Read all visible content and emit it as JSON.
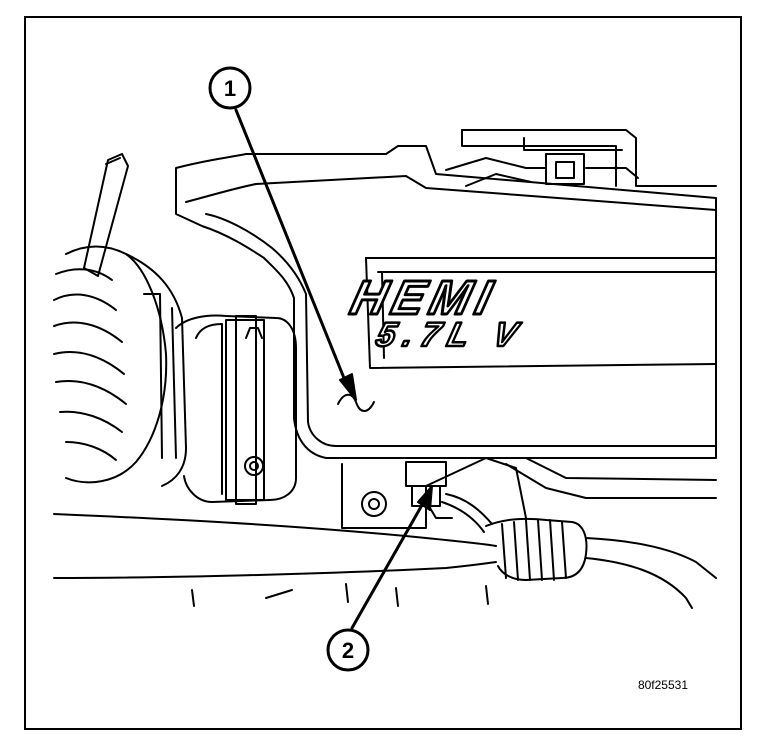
{
  "figure": {
    "id_label": "80f25531",
    "cover_text_line1": "HEMI",
    "cover_text_line2": "5.7L   V"
  },
  "callouts": [
    {
      "number": "1"
    },
    {
      "number": "2"
    }
  ]
}
